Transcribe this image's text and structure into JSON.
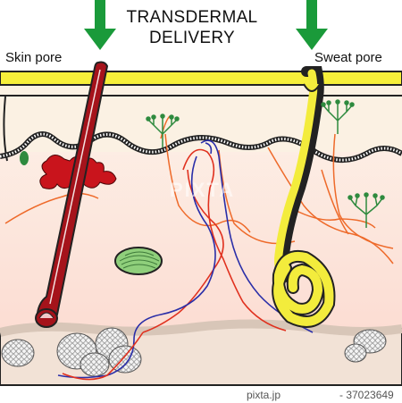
{
  "diagram": {
    "title_line1": "TRANSDERMAL",
    "title_line2": "DELIVERY",
    "left_label": "Skin pore",
    "right_label": "Sweat pore",
    "watermark": "PIXTA",
    "credit_site": "pixta.jp",
    "credit_id": "- 37023649"
  },
  "colors": {
    "arrow": "#1a9a3a",
    "stratum": "#f6ef3a",
    "epidermis": "#fbf1e3",
    "dermis": "#fde7df",
    "hair": "#a5131b",
    "sebaceous": "#c9141c",
    "sweat_gland": "#f3ec3c",
    "artery": "#e0311f",
    "vein": "#2a2ea8",
    "nerve": "#ee6a2a",
    "receptor": "#2e8a3e",
    "fat_layer": "#f2e2d6"
  },
  "icons": [
    "down-arrow-icon",
    "down-arrow-icon"
  ]
}
